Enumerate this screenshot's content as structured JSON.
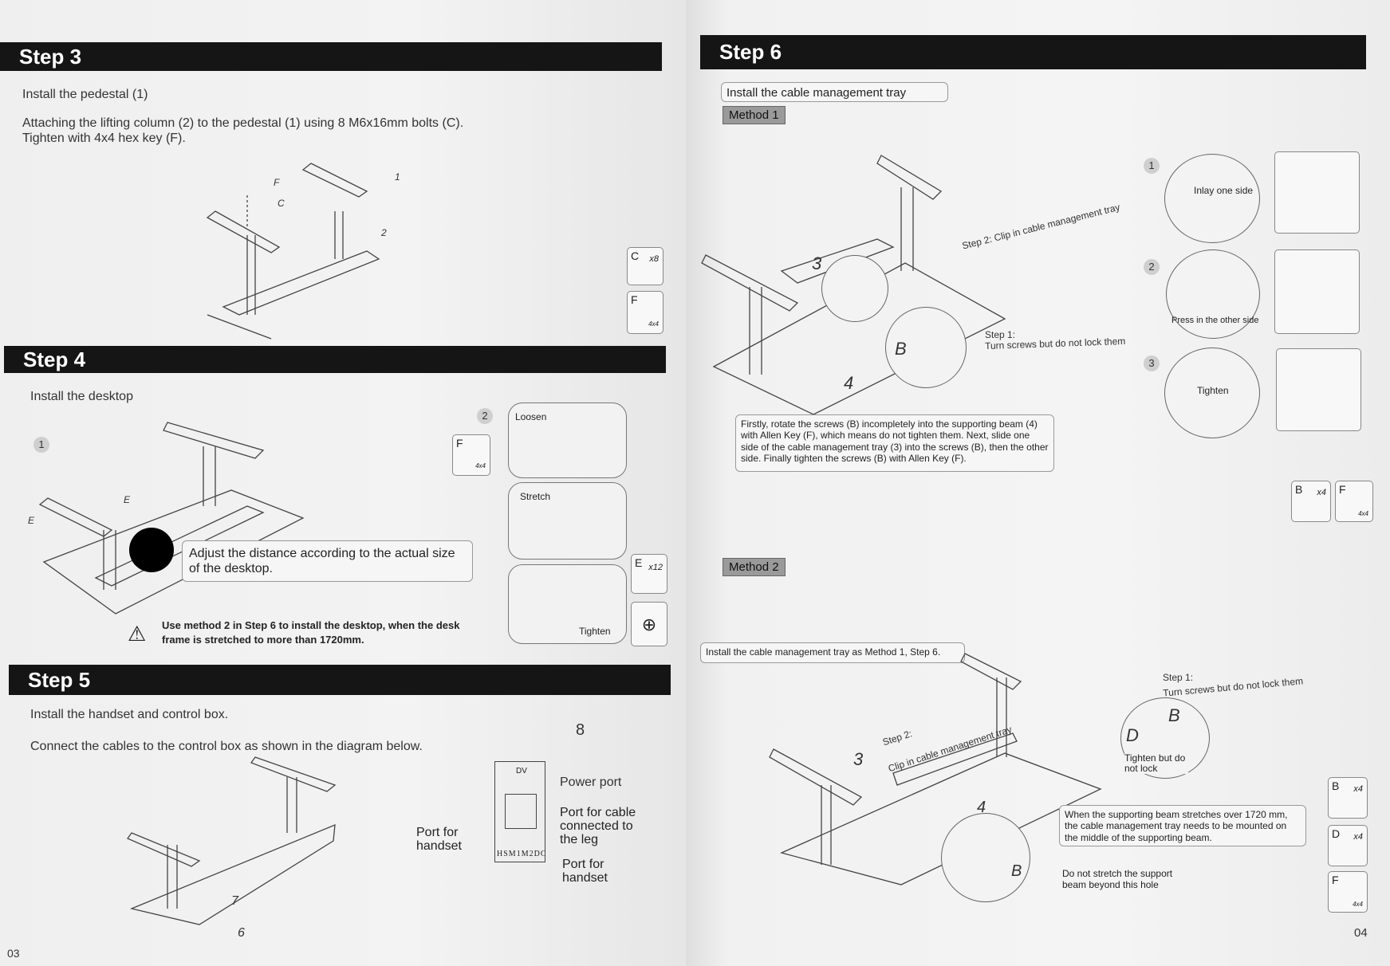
{
  "left_page": {
    "page_number": "03",
    "step3": {
      "title": "Step 3",
      "line1": "Install the pedestal (1)",
      "line2": "Attaching the lifting column (2) to the pedestal (1) using 8 M6x16mm bolts (C).",
      "line3": "Tighten with 4x4 hex key  (F).",
      "callouts": {
        "f": "F",
        "c": "C",
        "one": "1",
        "two": "2"
      },
      "parts": [
        {
          "key": "C",
          "qty": "x8"
        },
        {
          "key": "F",
          "qty": "4x4"
        }
      ]
    },
    "step4": {
      "title": "Step 4",
      "line1": "Install the desktop",
      "marker1": "1",
      "marker2": "2",
      "callouts": {
        "e1": "E",
        "e2": "E"
      },
      "adjust_note": "Adjust the distance according to the actual size of the desktop.",
      "warning": "Use method 2 in Step 6 to install the desktop, when the desk frame is stretched to more than  1720mm.",
      "panels": [
        "Loosen",
        "Stretch",
        "Tighten"
      ],
      "parts": [
        {
          "key": "F",
          "qty": "4x4"
        },
        {
          "key": "E",
          "qty": "x12"
        }
      ]
    },
    "step5": {
      "title": "Step 5",
      "line1": "Install the handset and control box.",
      "line2": "Connect the cables to the control box as shown in the diagram below.",
      "callouts": {
        "seven": "7",
        "six": "6",
        "eight": "8"
      },
      "control_box": {
        "dv": "DV",
        "ports": [
          "HS",
          "M1",
          "M2",
          "DC"
        ],
        "power_port": "Power port",
        "leg_port": "Port for cable connected to the leg",
        "handset_left": "Port for handset",
        "handset_right": "Port for handset"
      }
    }
  },
  "right_page": {
    "page_number": "04",
    "step6": {
      "title": "Step 6",
      "subtitle": "Install the cable management tray",
      "method1": {
        "label": "Method 1",
        "step2": "Step 2: Clip in cable management tray",
        "step1_a": "Step 1:",
        "step1_b": "Turn screws but do not lock them",
        "callouts": {
          "three": "3",
          "four": "4",
          "b": "B"
        },
        "description": "Firstly, rotate the screws (B) incompletely into the supporting beam (4) with Allen Key (F), which means do not tighten them. Next, slide one side of the cable management tray (3) into the screws (B), then the other side. Finally tighten the screws (B) with Allen Key (F).",
        "sub_steps": [
          {
            "n": "1",
            "label": "Inlay one side"
          },
          {
            "n": "2",
            "label": "Press in the other side"
          },
          {
            "n": "3",
            "label": "Tighten"
          }
        ],
        "parts": [
          {
            "key": "B",
            "qty": "x4"
          },
          {
            "key": "F",
            "qty": "4x4"
          }
        ]
      },
      "method2": {
        "label": "Method 2",
        "instruction": "Install the cable management tray as Method 1, Step 6.",
        "step2_a": "Step 2:",
        "step2_b": "Clip in cable management tray",
        "step1_a": "Step 1:",
        "step1_b": "Turn screws but do not lock them",
        "tighten": "Tighten but do not lock",
        "callouts": {
          "three": "3",
          "four": "4",
          "b1": "B",
          "b2": "B",
          "d": "D"
        },
        "note": "When the supporting beam stretches over 1720 mm, the cable management tray needs to be mounted on the middle of the supporting beam.",
        "hole_note": "Do not stretch the support beam beyond this hole",
        "parts": [
          {
            "key": "B",
            "qty": "x4"
          },
          {
            "key": "D",
            "qty": "x4"
          },
          {
            "key": "F",
            "qty": "4x4"
          }
        ]
      }
    }
  }
}
